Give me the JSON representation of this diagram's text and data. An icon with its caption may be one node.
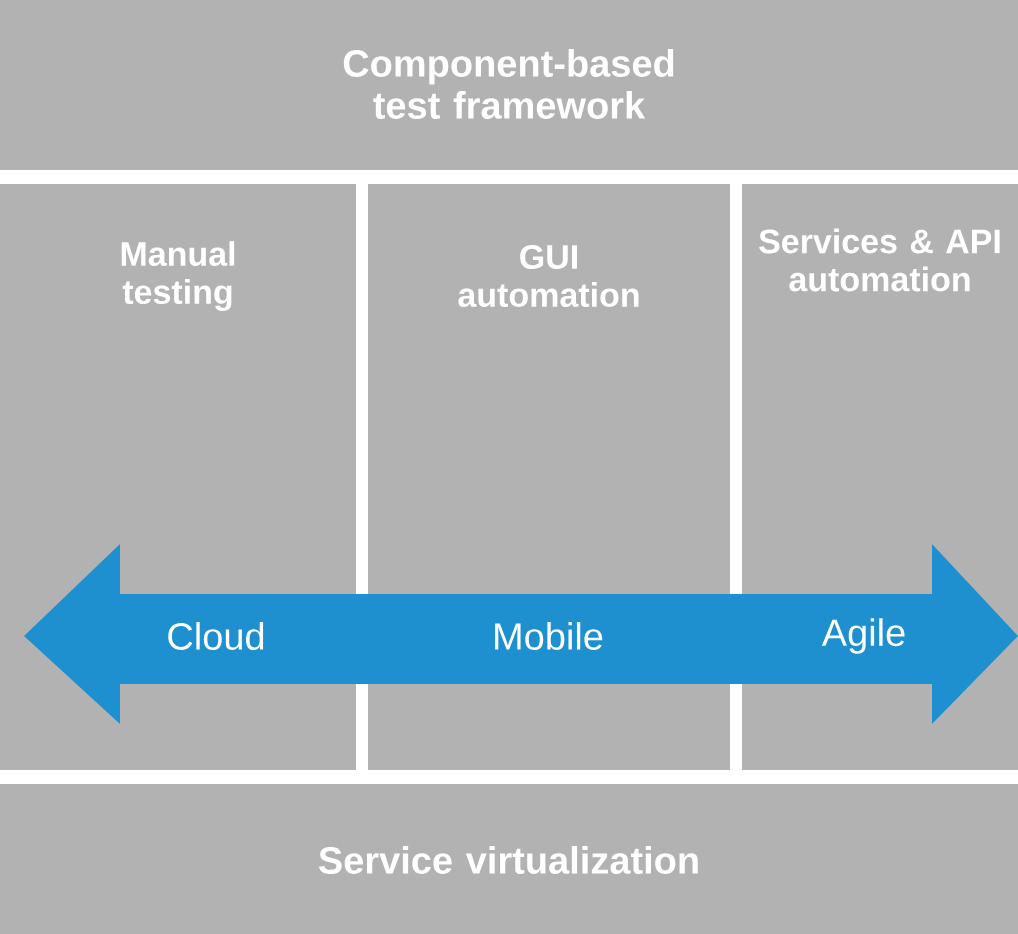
{
  "diagram": {
    "nodes": [
      {
        "text": [
          "Component-based test framework"
        ]
      },
      {
        "text": [
          "Manual testing"
        ]
      },
      {
        "text": [
          "GUI automation"
        ]
      },
      {
        "text": [
          "Services & API automation"
        ]
      },
      {
        "text": [
          "Service virtualization"
        ]
      }
    ],
    "labels": [
      "Cloud",
      "Mobile",
      "Agile"
    ]
  }
}
